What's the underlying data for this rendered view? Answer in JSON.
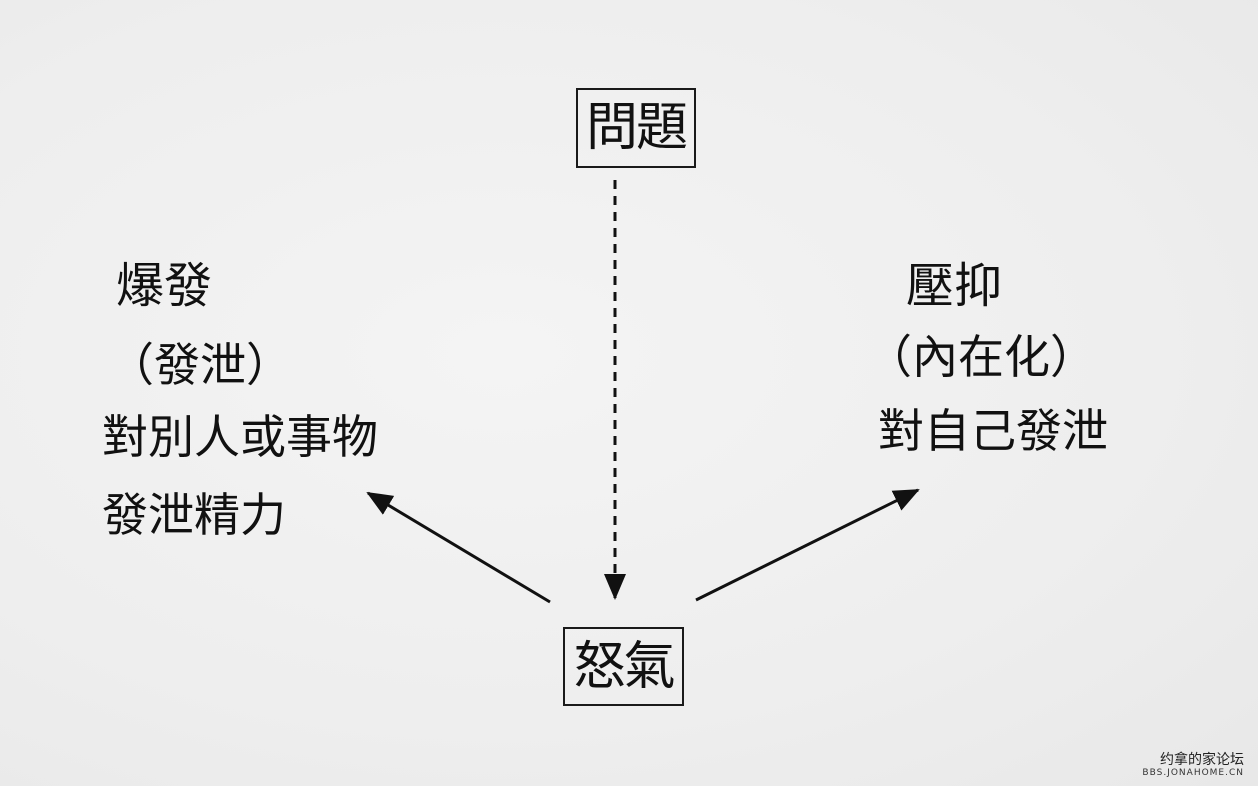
{
  "diagram": {
    "top_node": "問題",
    "center_node": "怒氣",
    "left": {
      "title": "爆發",
      "subtitle": "（發泄）",
      "line1": "對別人或事物",
      "line2": "發泄精力"
    },
    "right": {
      "title": "壓抑",
      "subtitle": "（內在化）",
      "line1": "對自己發泄"
    },
    "edges": [
      {
        "from": "問題",
        "to": "怒氣",
        "style": "dashed"
      },
      {
        "from": "怒氣",
        "to": "爆發",
        "style": "solid"
      },
      {
        "from": "怒氣",
        "to": "壓抑",
        "style": "solid"
      }
    ]
  },
  "watermark": {
    "title": "约拿的家论坛",
    "url": "BBS.JONAHOME.CN"
  },
  "colors": {
    "background": "#f0f0f0",
    "ink": "#111111"
  }
}
